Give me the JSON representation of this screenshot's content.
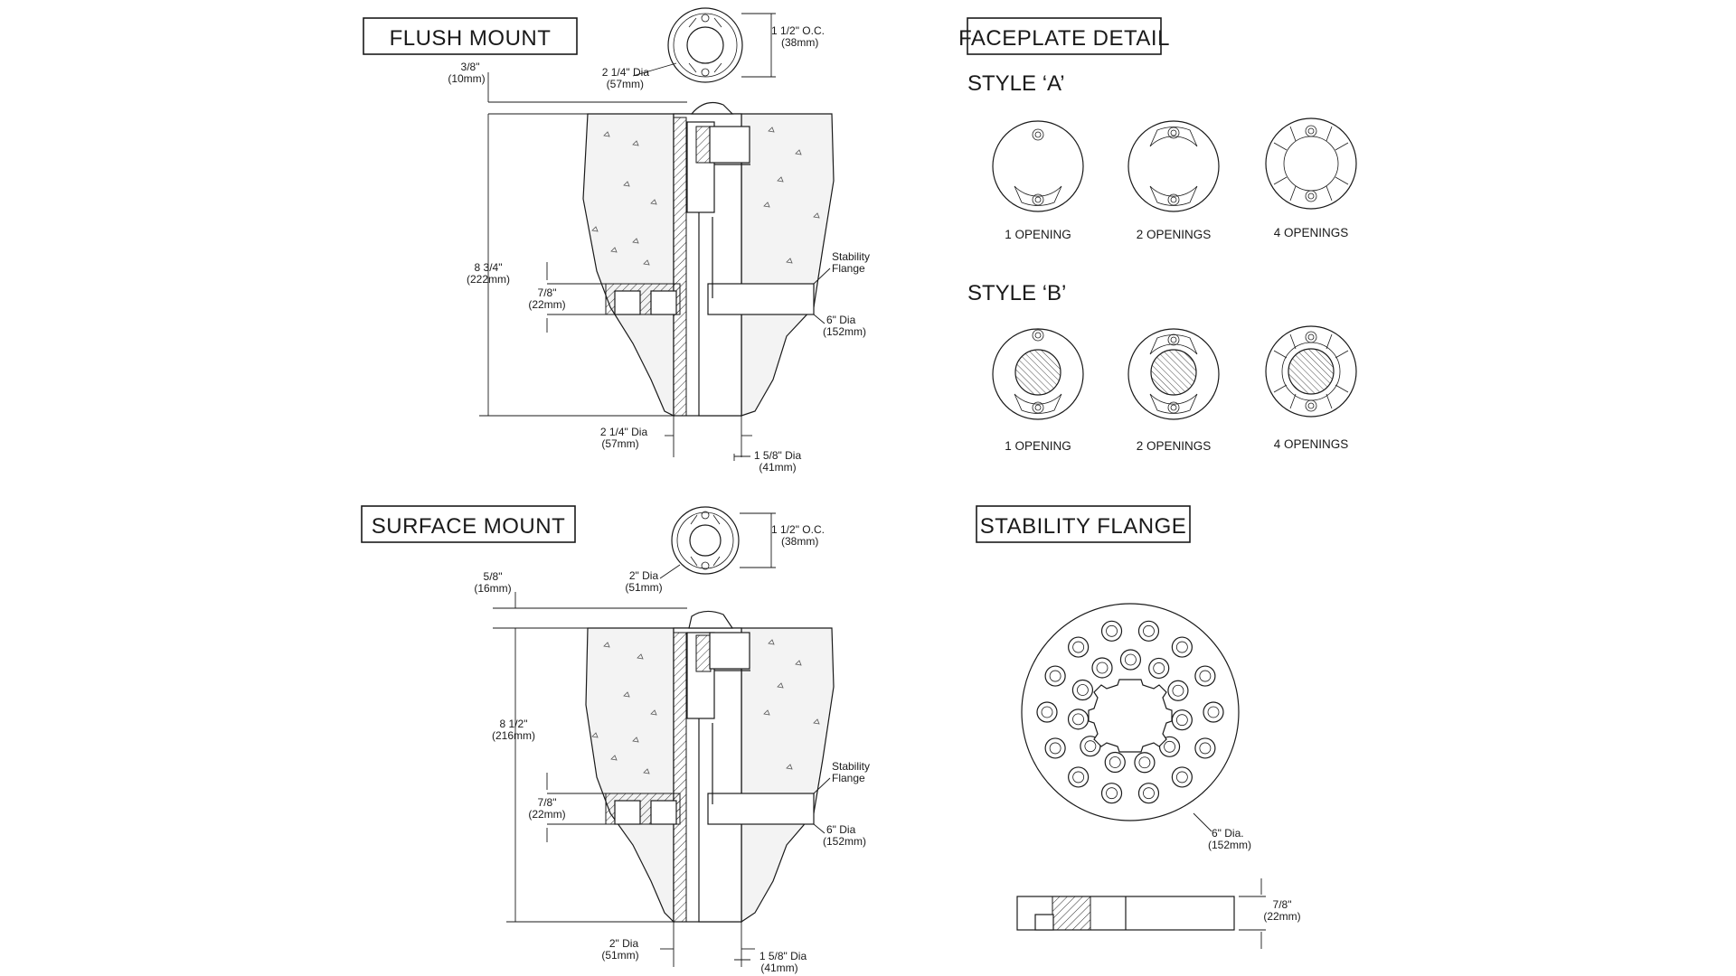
{
  "colors": {
    "ink": "#1a1a1a",
    "background": "#ffffff",
    "concrete": "#f3f3f3"
  },
  "flush_mount": {
    "title": "FLUSH MOUNT",
    "top_dia": "2 1/4\" Dia",
    "top_dia_mm": "(57mm)",
    "oc": "1 1/2\" O.C.",
    "oc_mm": "(38mm)",
    "faceplate_h": "3/8\"",
    "faceplate_h_mm": "(10mm)",
    "height": "8 3/4\"",
    "height_mm": "(222mm)",
    "flange_h": "7/8\"",
    "flange_h_mm": "(22mm)",
    "stability_1": "Stability",
    "stability_2": "Flange",
    "flange_dia": "6\" Dia",
    "flange_dia_mm": "(152mm)",
    "bottom_dia": "2 1/4\" Dia",
    "bottom_dia_mm": "(57mm)",
    "tube_dia": "1 5/8\" Dia",
    "tube_dia_mm": "(41mm)"
  },
  "surface_mount": {
    "title": "SURFACE  MOUNT",
    "top_dia": "2\" Dia",
    "top_dia_mm": "(51mm)",
    "oc": "1 1/2\" O.C.",
    "oc_mm": "(38mm)",
    "faceplate_h": "5/8\"",
    "faceplate_h_mm": "(16mm)",
    "height": "8 1/2\"",
    "height_mm": "(216mm)",
    "flange_h": "7/8\"",
    "flange_h_mm": "(22mm)",
    "stability_1": "Stability",
    "stability_2": "Flange",
    "flange_dia": "6\" Dia",
    "flange_dia_mm": "(152mm)",
    "bottom_dia": "2\" Dia",
    "bottom_dia_mm": "(51mm)",
    "tube_dia": "1 5/8\" Dia",
    "tube_dia_mm": "(41mm)"
  },
  "faceplate_detail": {
    "title": "FACEPLATE   DETAIL",
    "style_a": "STYLE ‘A’",
    "style_b": "STYLE ‘B’",
    "captions": [
      "1 OPENING",
      "2 OPENINGS",
      "4 OPENINGS"
    ]
  },
  "stability_flange": {
    "title": "STABILITY FLANGE",
    "dia": "6\" Dia.",
    "dia_mm": "(152mm)",
    "thickness": "7/8\"",
    "thickness_mm": "(22mm)"
  }
}
